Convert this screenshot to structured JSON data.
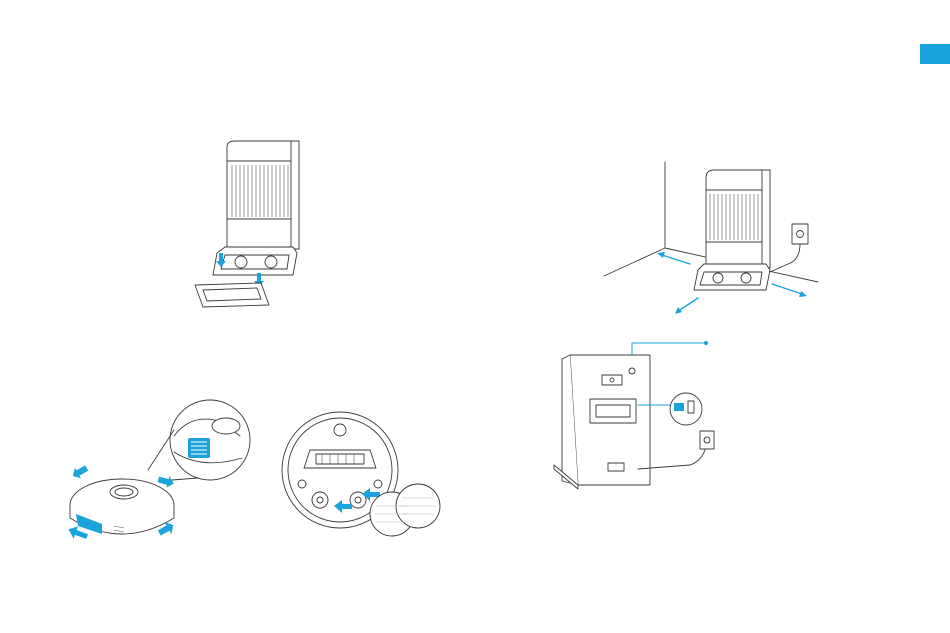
{
  "page": {
    "accent_color": "#1aa3dc",
    "line_color": "#3a3a3a",
    "background": "#ffffff"
  },
  "side_tab": {
    "color": "#1aa3dc"
  },
  "illustrations": [
    {
      "id": "dock-pad-insert",
      "icon": "base-station-with-washboard-icon"
    },
    {
      "id": "dock-placement",
      "icon": "base-station-wall-clearance-icon"
    },
    {
      "id": "robot-top",
      "icon": "robot-vacuum-top-icon"
    },
    {
      "id": "robot-bottom-mops",
      "icon": "robot-vacuum-underside-mop-pads-icon"
    },
    {
      "id": "dock-rear-cable",
      "icon": "base-station-rear-power-cable-icon"
    }
  ]
}
